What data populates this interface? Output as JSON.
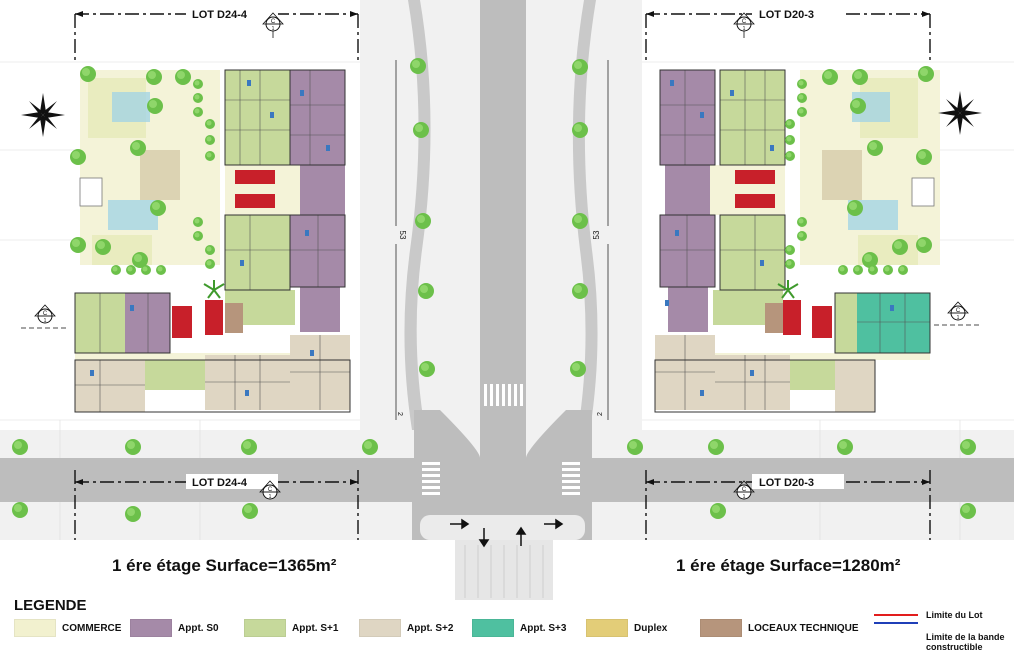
{
  "lots": {
    "top_left": "LOT D24-4",
    "top_right": "LOT D20-3",
    "bottom_left": "LOT D24-4",
    "bottom_right": "LOT D20-3"
  },
  "section_marker": "C",
  "section_number": "1",
  "dimensions": {
    "street_width": "53",
    "offset": "2"
  },
  "surfaces": {
    "left": "1 ére étage Surface=1365m²",
    "right": "1 ére étage Surface=1280m²"
  },
  "legend": {
    "title": "LEGENDE",
    "items": [
      {
        "label": "COMMERCE",
        "color": "#f2f1cf"
      },
      {
        "label": "Appt. S0",
        "color": "#a58aa8"
      },
      {
        "label": "Appt. S+1",
        "color": "#c6d99b"
      },
      {
        "label": "Appt. S+2",
        "color": "#dfd6c3"
      },
      {
        "label": "Appt. S+3",
        "color": "#4fc0a0"
      },
      {
        "label": "Duplex",
        "color": "#e3cd78"
      },
      {
        "label": "LOCEAUX TECHNIQUE",
        "color": "#b6957c"
      }
    ],
    "limits": [
      {
        "label": "Limite du Lot",
        "color": "#e21d1d"
      },
      {
        "label": "Limite de la bande constructible",
        "color": "#1f3fb8"
      }
    ]
  },
  "colors": {
    "road": "#bdbdbd",
    "sidewalk": "#f1f1f1",
    "tree": "#6cc04a",
    "technical": "#c8202a"
  }
}
